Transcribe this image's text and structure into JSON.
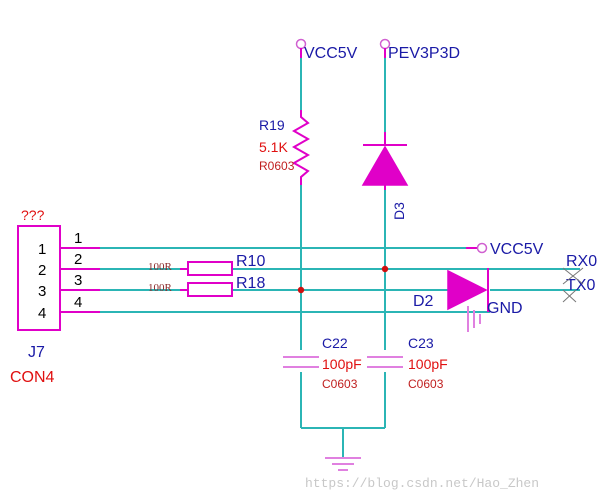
{
  "power": {
    "vcc5v_top": "VCC5V",
    "pev3p3d": "PEV3P3D",
    "vcc5v_right": "VCC5V",
    "gnd": "GND"
  },
  "components": {
    "r19": {
      "ref": "R19",
      "value": "5.1K",
      "footprint": "R0603"
    },
    "d3": {
      "ref": "D3"
    },
    "d2": {
      "ref": "D2"
    },
    "r10": {
      "ref": "R10",
      "value": "100R"
    },
    "r18": {
      "ref": "R18",
      "value": "100R"
    },
    "c22": {
      "ref": "C22",
      "value": "100pF",
      "footprint": "C0603"
    },
    "c23": {
      "ref": "C23",
      "value": "100pF",
      "footprint": "C0603"
    },
    "j7": {
      "ref": "J7",
      "value": "CON4",
      "label": "???"
    }
  },
  "connector_pins": [
    "1",
    "2",
    "3",
    "4"
  ],
  "pin_numbers": [
    "1",
    "2",
    "3",
    "4"
  ],
  "nets": {
    "rx": "RX0",
    "tx": "TX0"
  },
  "watermark": "https://blog.csdn.net/Hao_Zhen",
  "colors": {
    "wire": "#2bb5b5",
    "symbol": "#e000c8",
    "label_blue": "#1a1aa6",
    "label_red": "#e01010",
    "junction": "#cc1010"
  }
}
